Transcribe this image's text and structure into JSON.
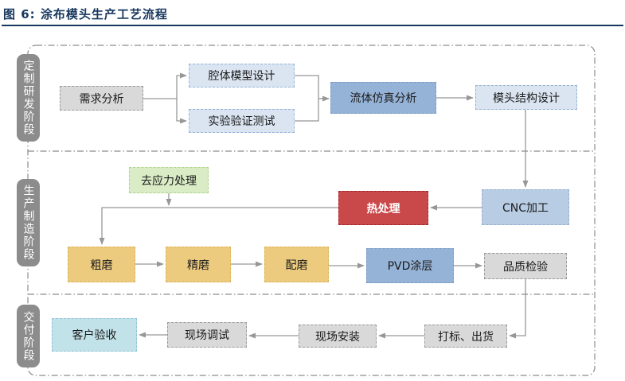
{
  "title": "图 6: 涂布模头生产工艺流程",
  "stages": {
    "rd": "定制研发阶段",
    "production": "生产制造阶段",
    "delivery": "交付阶段"
  },
  "nodes": {
    "demand_analysis": "需求分析",
    "cavity_model_design": "腔体模型设计",
    "experiment_validation": "实验验证测试",
    "fluid_simulation": "流体仿真分析",
    "die_structure_design": "模头结构设计",
    "stress_relief": "去应力处理",
    "heat_treatment": "热处理",
    "cnc_machining": "CNC加工",
    "rough_grinding": "粗磨",
    "fine_grinding": "精磨",
    "fit_grinding": "配磨",
    "pvd_coating": "PVD涂层",
    "quality_inspection": "品质检验",
    "marking_shipping": "打标、出货",
    "onsite_installation": "现场安装",
    "onsite_debugging": "现场调试",
    "customer_acceptance": "客户验收"
  },
  "edges": [
    "demand_analysis->cavity_model_design",
    "demand_analysis->experiment_validation",
    "cavity_model_design->fluid_simulation",
    "experiment_validation->fluid_simulation",
    "fluid_simulation->die_structure_design",
    "die_structure_design->cnc_machining",
    "cnc_machining->heat_treatment",
    "heat_treatment->rough_grinding",
    "stress_relief->rough_grinding",
    "rough_grinding->fine_grinding",
    "fine_grinding->fit_grinding",
    "fit_grinding->pvd_coating",
    "pvd_coating->quality_inspection",
    "quality_inspection->marking_shipping",
    "marking_shipping->onsite_installation",
    "onsite_installation->onsite_debugging",
    "onsite_debugging->customer_acceptance"
  ],
  "colors": {
    "title": "#17375e",
    "connector": "#979797",
    "stage_pill": "#8c8c8c",
    "node_gray": "#d9d9d9",
    "node_blue_light": "#dbe5f1",
    "node_blue_mid": "#95b3d7",
    "node_blue_steel": "#b8cce4",
    "node_green": "#d9ecc5",
    "node_red": "#c9484a",
    "node_yellow": "#ecca7e",
    "node_cyan": "#c2e2ea"
  }
}
